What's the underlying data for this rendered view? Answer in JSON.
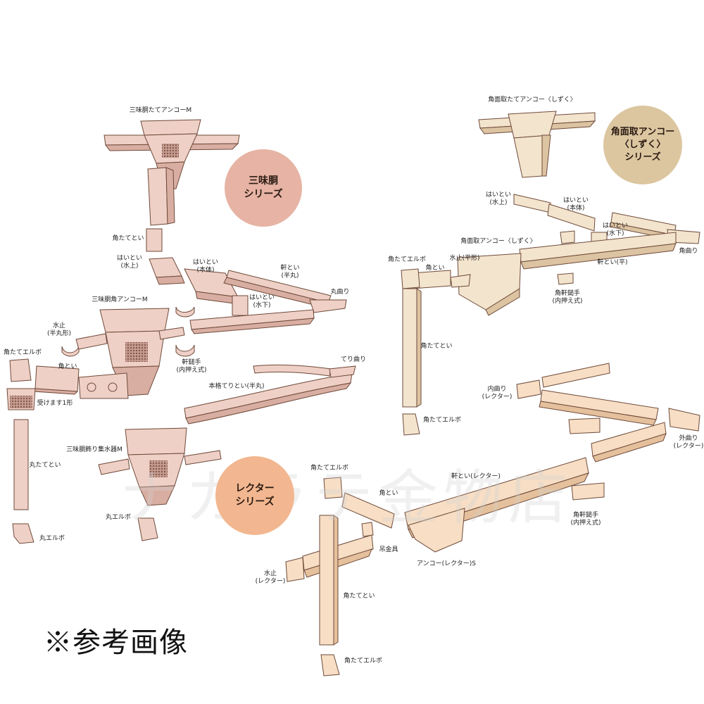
{
  "colors": {
    "shamido_body": "#efd0c6",
    "shamido_shade": "#d9aea2",
    "kakumen_body": "#f3e4cd",
    "kakumen_shade": "#dcc3a1",
    "rector_body": "#f7dec5",
    "rector_shade": "#e5c09c",
    "outline": "#6e4a3a",
    "badge_shamido": "#e6b3a4",
    "badge_kakumen": "#dcc6a0",
    "badge_rector": "#f2b790"
  },
  "badges": {
    "shamido": [
      "三味胴",
      "シリーズ"
    ],
    "kakumen": [
      "角面取アンコー",
      "〈しずく〉",
      "シリーズ"
    ],
    "rector": [
      "レクター",
      "シリーズ"
    ]
  },
  "labels": {
    "shamido": {
      "anko_m": [
        "三味胴たてアンコーM"
      ],
      "kakutate_toi": [
        "角たてとい"
      ],
      "haitoi_mizuue": [
        "はいとい",
        "(水上)"
      ],
      "haitoi_hontai": [
        "はいとい",
        "(本体)"
      ],
      "nokitoi_hanmaru": [
        "軒とい",
        "(半丸)"
      ],
      "haitoi_mizushita": [
        "はいとい",
        "(水下)"
      ],
      "marumagari": [
        "丸曲り"
      ],
      "kaku_anko_m": [
        "三味胴角アンコーM"
      ],
      "mizudome": [
        "水止",
        "(半丸形)"
      ],
      "kakutate_elbow": [
        "角たてエルボ"
      ],
      "kakutoi": [
        "角とい"
      ],
      "uke_masu": [
        "受けます1形"
      ],
      "nokikanate": [
        "軒鎚手",
        "(内押え式)"
      ],
      "terimagari": [
        "てり曲り"
      ],
      "honkaku_teritoi": [
        "本格てりとい(半丸)"
      ],
      "marutate_toi": [
        "丸たてとい"
      ],
      "kazari_shusuiki": [
        "三味胴飾り集水器M"
      ],
      "maru_elbow_mid": [
        "丸エルボ"
      ],
      "maru_elbow": [
        "丸エルボ"
      ]
    },
    "kakumen": {
      "tate_anko": [
        "角面取たてアンコー〈しずく〉"
      ],
      "haitoi_mizuue": [
        "はいとい",
        "(水上)"
      ],
      "haitoi_hontai": [
        "はいとい",
        "(本体)"
      ],
      "haitoi_mizushita": [
        "はいとい",
        "(水下)"
      ],
      "kakumagari": [
        "角曲り"
      ],
      "anko": [
        "角面取アンコー〈しずく〉"
      ],
      "kakutate_elbow": [
        "角たてエルボ"
      ],
      "mizudome": [
        "水止(平形)"
      ],
      "kakutoi": [
        "角とい"
      ],
      "nokitoi_hira": [
        "軒とい(平)"
      ],
      "kakunoki_kanate": [
        "角軒鎚手",
        "(内押え式)"
      ],
      "kakutate_toi": [
        "角たてとい"
      ],
      "kakutate_elbow_bottom": [
        "角たてエルボ"
      ]
    },
    "rector": {
      "uchimagari": [
        "内曲り",
        "(レクター)"
      ],
      "sotomagari": [
        "外曲り",
        "(レクター)"
      ],
      "kakutate_elbow": [
        "角たてエルボ"
      ],
      "nokitoi": [
        "軒とい(レクター)"
      ],
      "kakutoi": [
        "角とい"
      ],
      "kakunoki_kanate": [
        "角軒鎚手",
        "(内押え式)"
      ],
      "tsurikanagu": [
        "吊金具"
      ],
      "anko_s": [
        "アンコー(レクター)S"
      ],
      "mizudome": [
        "水止",
        "(レクター)"
      ],
      "kakutate_toi": [
        "角たてとい"
      ],
      "kakutate_elbow_bottom": [
        "角たてエルボ"
      ]
    }
  },
  "note": "※参考画像",
  "watermark": "ナカラテ金物店"
}
